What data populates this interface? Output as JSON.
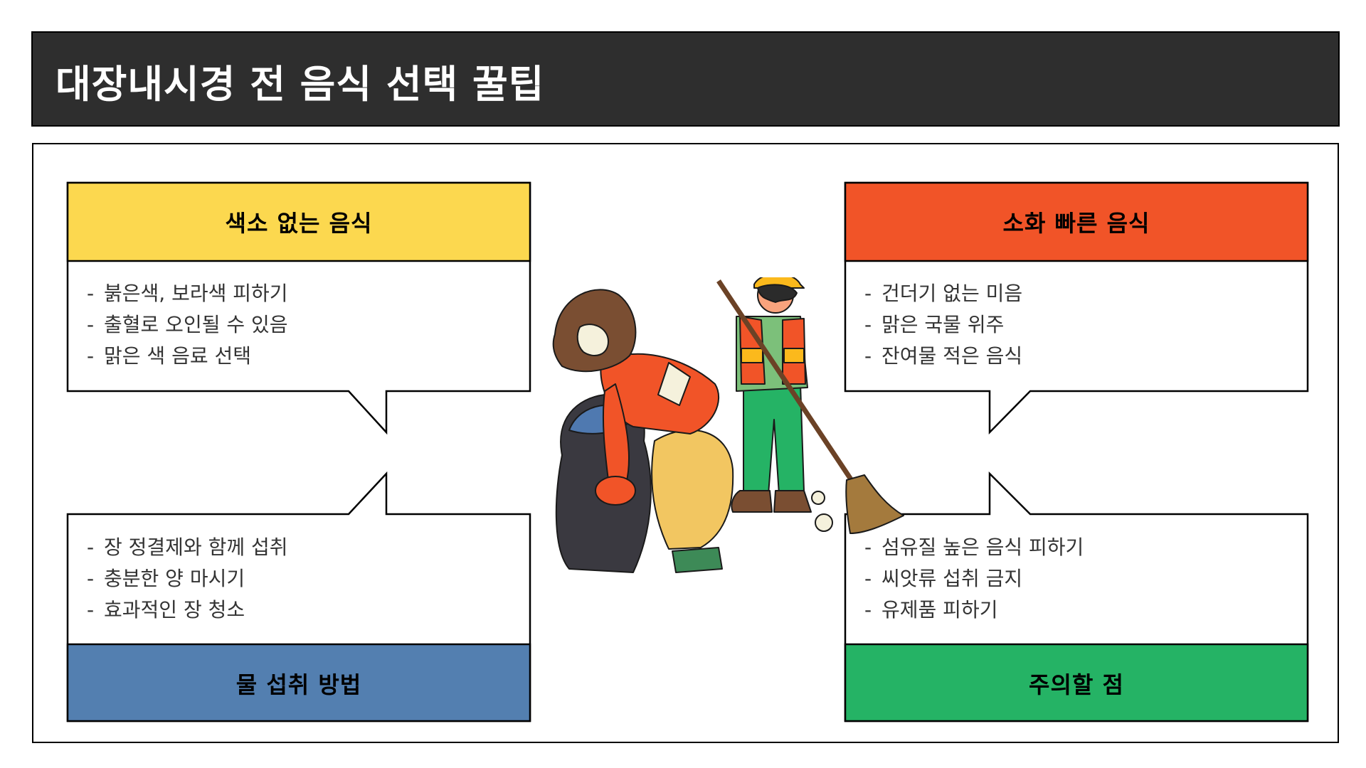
{
  "header": {
    "title": "대장내시경 전 음식 선택 꿀팁",
    "background": "#2e2e2e",
    "text_color": "#ffffff"
  },
  "cards": [
    {
      "id": "top-left",
      "title": "색소 없는 음식",
      "color": "#fcd84f",
      "items": [
        "붉은색, 보라색 피하기",
        "출혈로 오인될 수 있음",
        "맑은 색 음료 선택"
      ]
    },
    {
      "id": "top-right",
      "title": "소화 빠른 음식",
      "color": "#f15428",
      "items": [
        "건더기 없는 미음",
        "맑은 국물 위주",
        "잔여물 적은 음식"
      ]
    },
    {
      "id": "bottom-left",
      "title": "물 섭취 방법",
      "color": "#537fb0",
      "items": [
        "장 정결제와 함께 섭취",
        "충분한 양 마시기",
        "효과적인 장 청소"
      ]
    },
    {
      "id": "bottom-right",
      "title": "주의할 점",
      "color": "#25b365",
      "items": [
        "섬유질 높은 음식 피하기",
        "씨앗류 섭취 금지",
        "유제품 피하기"
      ]
    }
  ],
  "list_bullet": "-",
  "illustration": {
    "subject": "cleaning-workers-illustration"
  }
}
